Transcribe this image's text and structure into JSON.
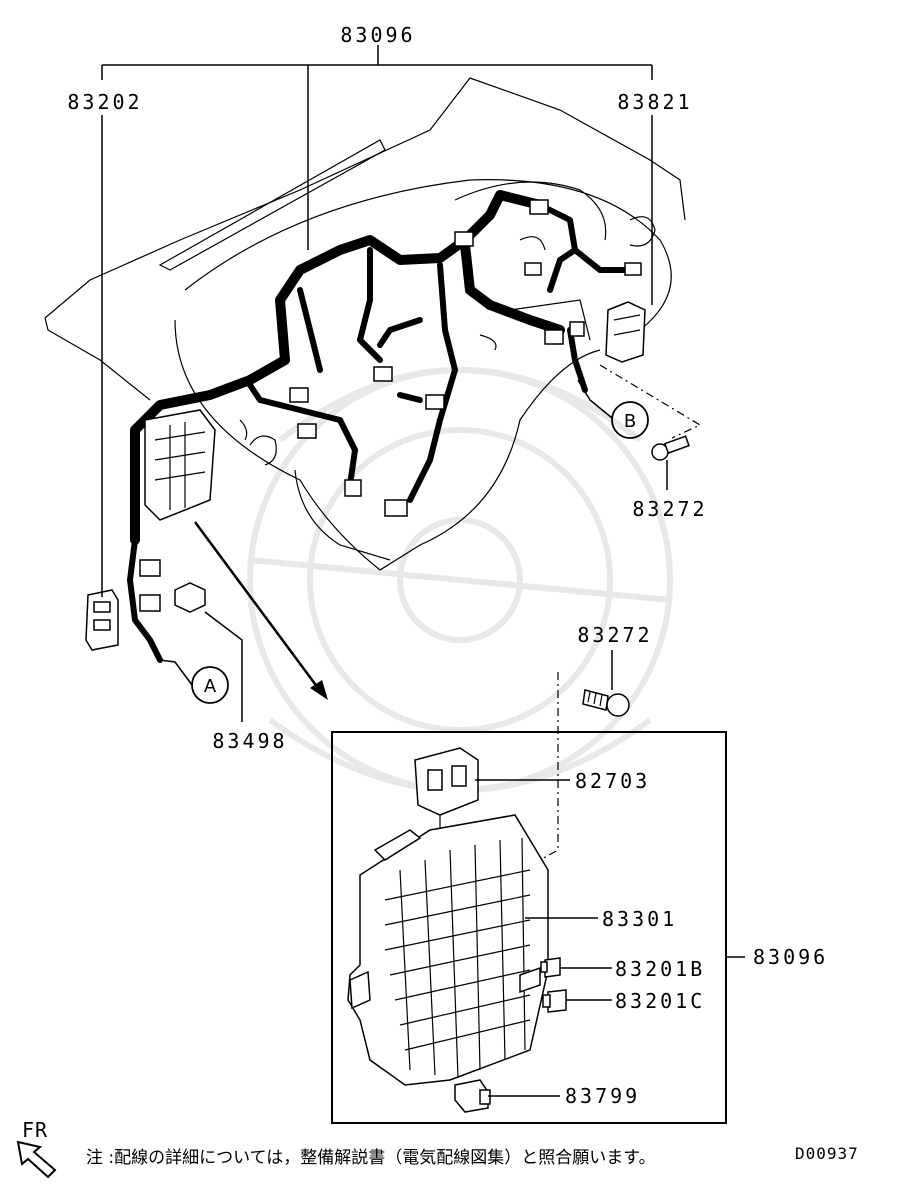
{
  "parts": {
    "p83096_top": "83096",
    "p83202": "83202",
    "p83821": "83821",
    "p83272_a": "83272",
    "p83498": "83498",
    "p83272_b": "83272",
    "p82703": "82703",
    "p83301": "83301",
    "p83096_right": "83096",
    "p83201B": "83201B",
    "p83201C": "83201C",
    "p83799": "83799"
  },
  "callouts": {
    "a": "A",
    "b": "B"
  },
  "orientation": {
    "label": "FR",
    "icon": "arrow-front-icon"
  },
  "footer": {
    "note": "注 :配線の詳細については，整備解説書（電気配線図集）と照合願います。",
    "diagram_id": "D00937"
  },
  "colors": {
    "line": "#000000",
    "watermark": "#e8e8e8",
    "background": "#ffffff"
  }
}
